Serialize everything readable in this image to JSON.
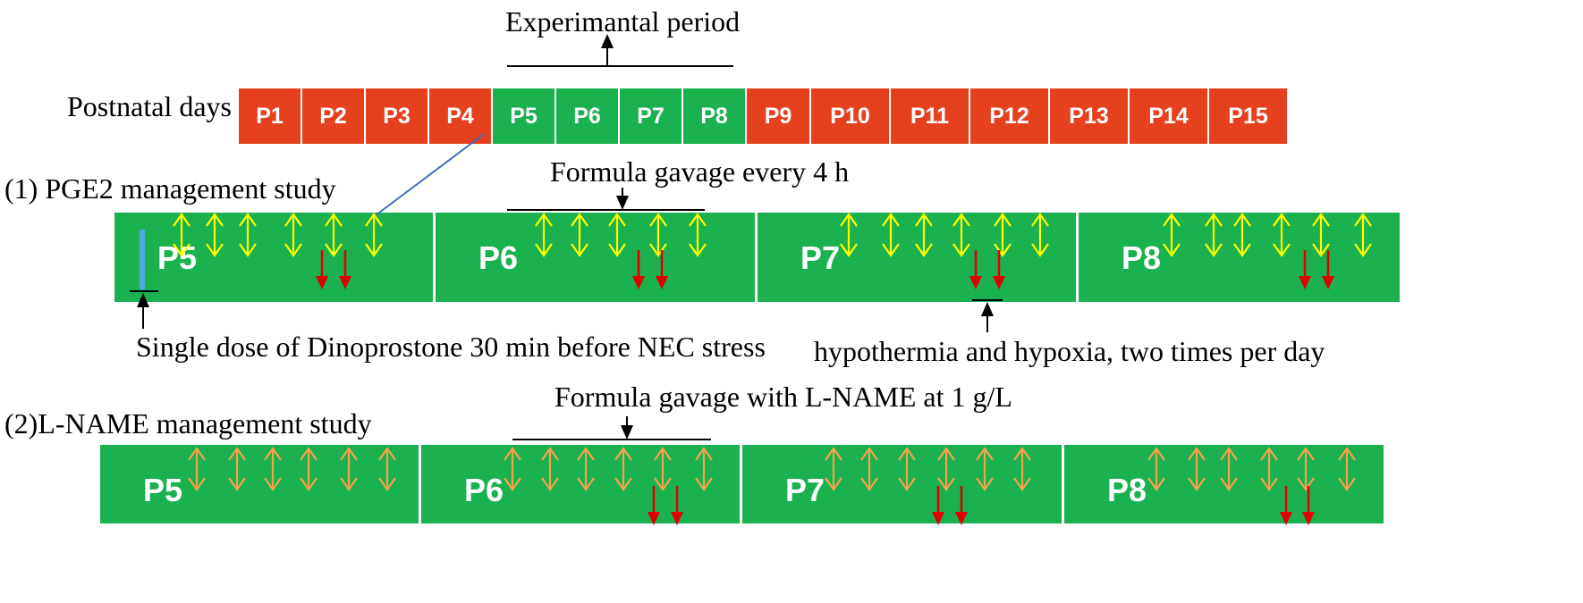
{
  "title": "Experimantal period",
  "postnatal_label": "Postnatal days",
  "days": [
    {
      "label": "P1",
      "phase": "other"
    },
    {
      "label": "P2",
      "phase": "other"
    },
    {
      "label": "P3",
      "phase": "other"
    },
    {
      "label": "P4",
      "phase": "other"
    },
    {
      "label": "P5",
      "phase": "experimental"
    },
    {
      "label": "P6",
      "phase": "experimental"
    },
    {
      "label": "P7",
      "phase": "experimental"
    },
    {
      "label": "P8",
      "phase": "experimental"
    },
    {
      "label": "P9",
      "phase": "other"
    },
    {
      "label": "P10",
      "phase": "other"
    },
    {
      "label": "P11",
      "phase": "other"
    },
    {
      "label": "P12",
      "phase": "other"
    },
    {
      "label": "P13",
      "phase": "other"
    },
    {
      "label": "P14",
      "phase": "other"
    },
    {
      "label": "P15",
      "phase": "other"
    }
  ],
  "colors": {
    "red": "#e5411f",
    "green": "#1ab14e",
    "yellow_arrow": "#ffff00",
    "orange_arrow": "#f5a34a",
    "red_arrow": "#e00000",
    "blue_bar": "#4fa8e0",
    "connector": "#3d6fb6"
  },
  "study1": {
    "title": "(1) PGE2 management study",
    "gavage_label": "Formula gavage every 4 h",
    "dose_label": "Single dose of Dinoprostone 30 min before NEC stress",
    "stress_label": "hypothermia and hypoxia, two times per day",
    "panels": [
      "P5",
      "P6",
      "P7",
      "P8"
    ]
  },
  "study2": {
    "title": "(2)L-NAME management study",
    "gavage_label": "Formula gavage with L-NAME  at 1 g/L",
    "panels": [
      "P5",
      "P6",
      "P7",
      "P8"
    ]
  }
}
